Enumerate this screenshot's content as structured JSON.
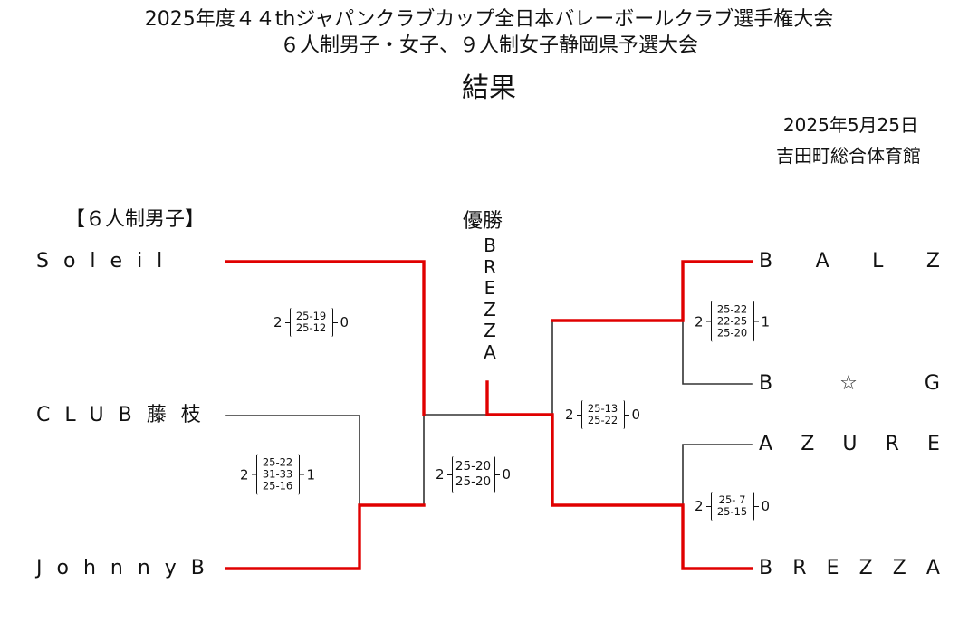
{
  "header": {
    "title_line1": "2025年度４４thジャパンクラブカップ全日本バレーボールクラブ選手権大会",
    "title_line2": "６人制男子・女子、９人制女子静岡県予選大会",
    "title_main": "結果",
    "date": "2025年5月25日",
    "venue": "吉田町総合体育館"
  },
  "section_label": "【６人制男子】",
  "champion": {
    "label": "優勝",
    "name": "BREZZA"
  },
  "teams_left": [
    "Soleil",
    "CLUB藤枝",
    "JohnnyB"
  ],
  "teams_right": [
    [
      "B",
      "A",
      "L",
      "Z"
    ],
    [
      "B",
      "☆",
      "G"
    ],
    [
      "A",
      "Z",
      "U",
      "R",
      "E"
    ],
    [
      "B",
      "R",
      "E",
      "Z",
      "Z",
      "A"
    ]
  ],
  "matches": [
    {
      "id": "m1",
      "win": "2",
      "lose": "1",
      "sets": [
        "25-22",
        "31-33",
        "25-16"
      ]
    },
    {
      "id": "m2",
      "win": "2",
      "lose": "0",
      "sets": [
        "25-19",
        "25-12"
      ]
    },
    {
      "id": "m3",
      "win": "2",
      "lose": "1",
      "sets": [
        "25-22",
        "22-25",
        "25-20"
      ]
    },
    {
      "id": "m4",
      "win": "2",
      "lose": "0",
      "sets": [
        "25- 7",
        "25-15"
      ]
    },
    {
      "id": "m5",
      "win": "2",
      "lose": "0",
      "sets": [
        "25-13",
        "25-22"
      ]
    },
    {
      "id": "m6",
      "win": "2",
      "lose": "0",
      "sets": [
        "25-20",
        "25-20"
      ]
    }
  ],
  "colors": {
    "winner_line": "#e00000",
    "loser_line": "#333333"
  }
}
